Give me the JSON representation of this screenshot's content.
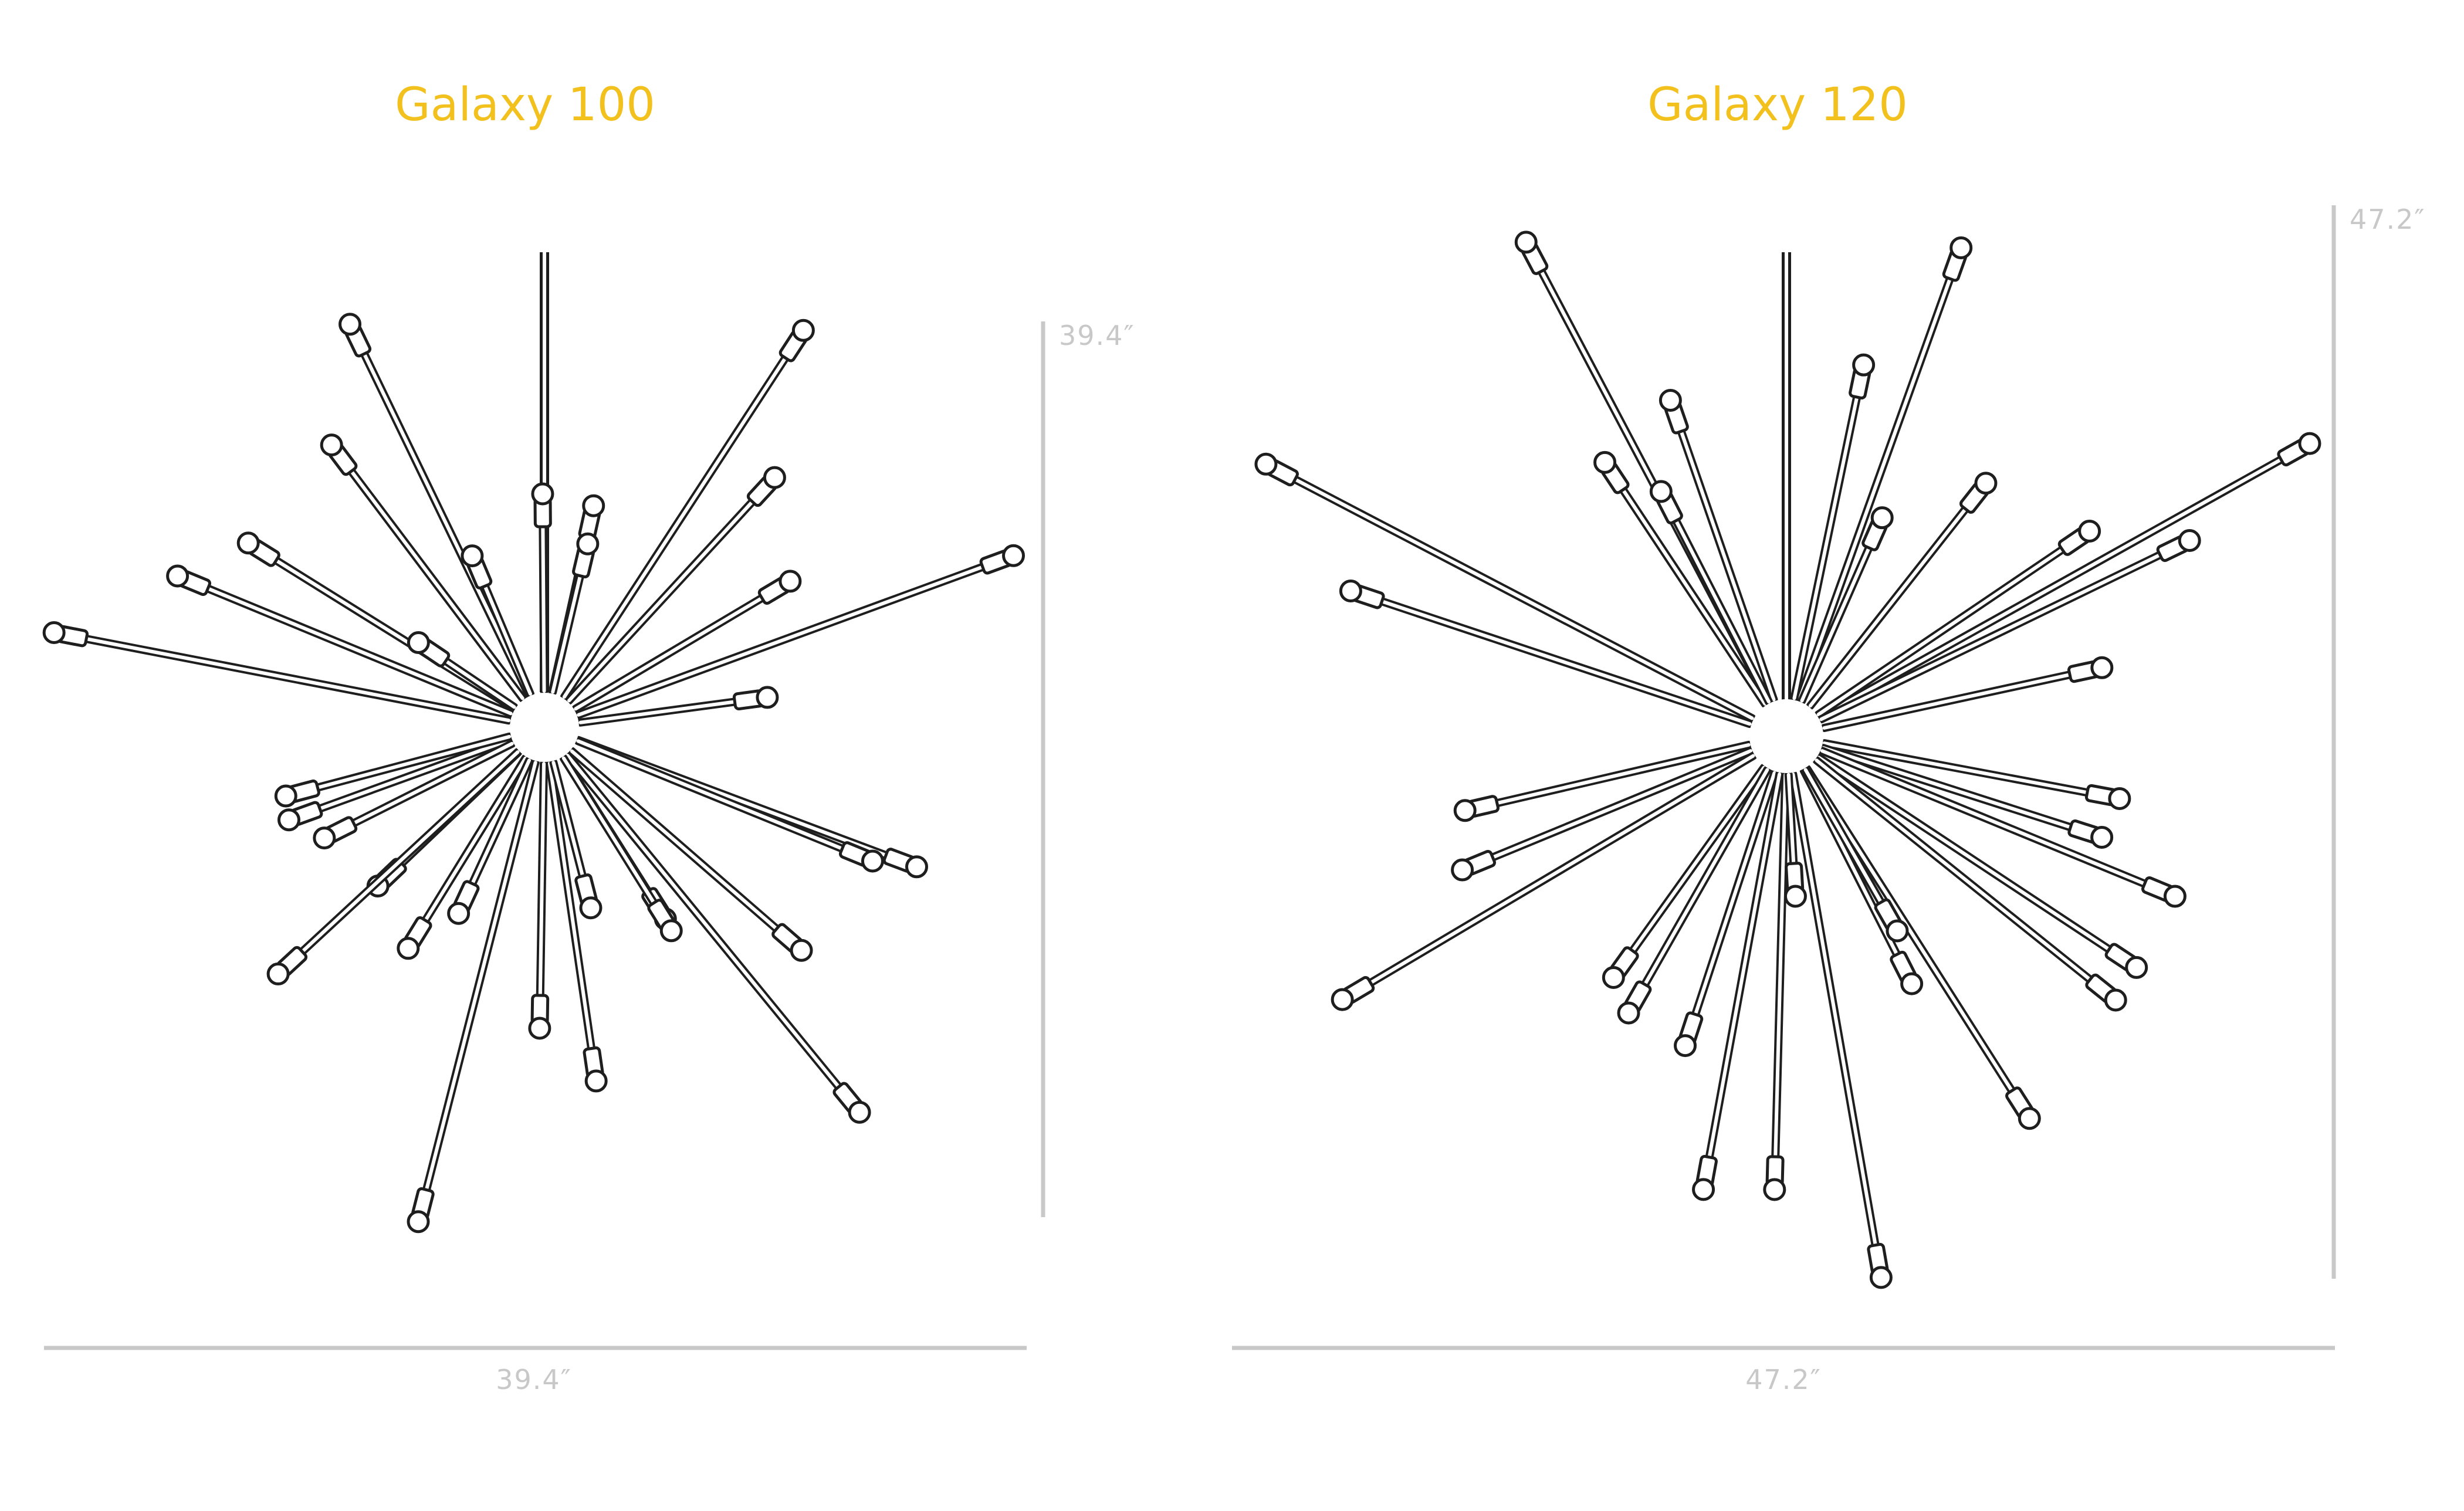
{
  "colors": {
    "title": "#f2c11e",
    "dimension": "#c8c8c8",
    "line_art": "#1e1e1e",
    "background": "#ffffff"
  },
  "fixtures": [
    {
      "title": "Galaxy 100",
      "height_label": "39.4″",
      "width_label": "39.4″"
    },
    {
      "title": "Galaxy 120",
      "height_label": "47.2″",
      "width_label": "47.2″"
    }
  ]
}
